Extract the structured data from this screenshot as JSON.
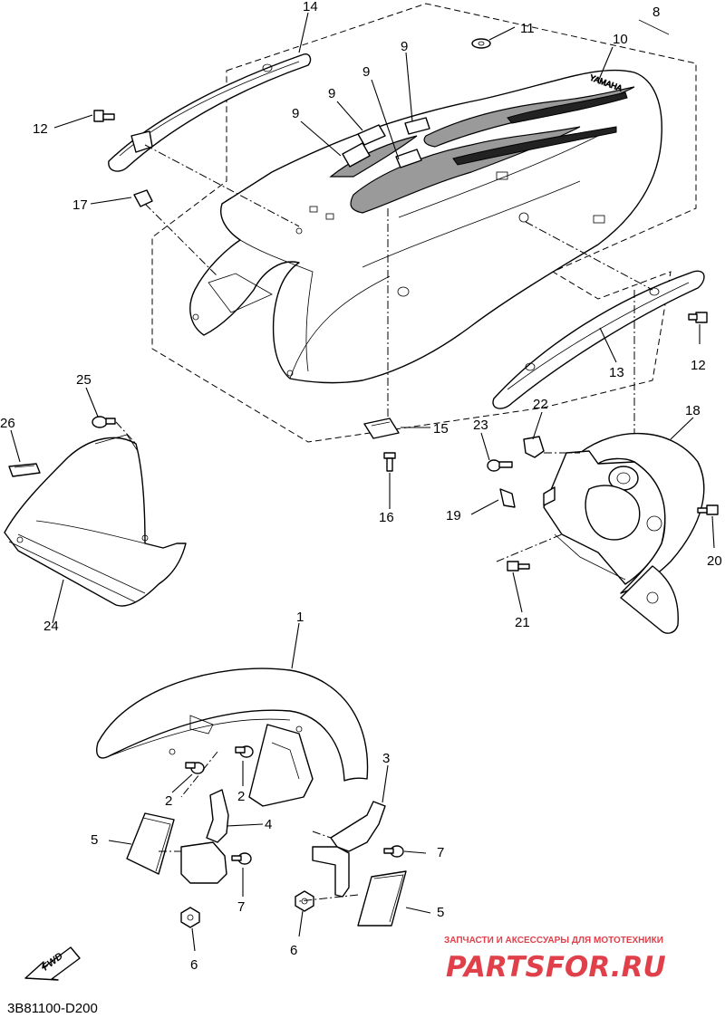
{
  "diagram": {
    "part_code": "3B81100-D200",
    "callouts": [
      "1",
      "2",
      "3",
      "4",
      "5",
      "6",
      "7",
      "8",
      "9",
      "10",
      "11",
      "12",
      "13",
      "14",
      "15",
      "16",
      "17",
      "18",
      "19",
      "20",
      "21",
      "22",
      "23",
      "24",
      "25",
      "26"
    ],
    "fwd_label": "FWD",
    "fender_logo": "YAMAHA"
  },
  "watermark": {
    "line1": "ЗАПЧАСТИ И АКСЕССУАРЫ ДЛЯ МОТОТЕХНИКИ",
    "brand": "PARTSFOR.RU",
    "color": "#e0404a"
  }
}
